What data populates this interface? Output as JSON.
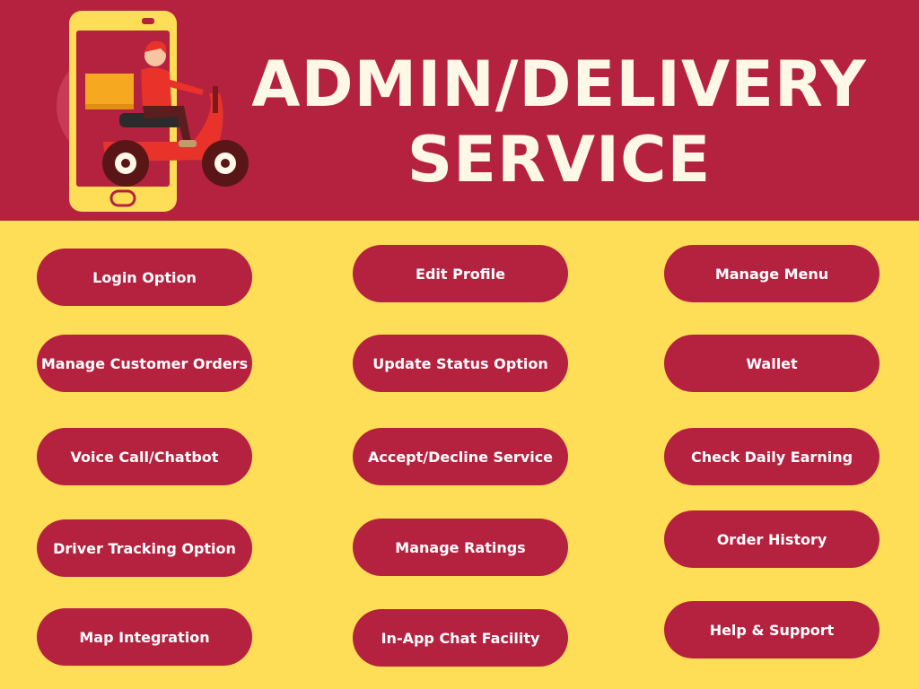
{
  "header": {
    "title_line1": "ADMIN/DELIVERY",
    "title_line2": "SERVICE"
  },
  "colors": {
    "header_bg": "#B52240",
    "page_bg": "#FEDD57",
    "pill_bg": "#B52240",
    "pill_text": "#FFFFFF",
    "title_text": "#FFF7E8"
  },
  "features": {
    "col1": [
      "Login Option",
      "Manage Customer Orders",
      "Voice Call/Chatbot",
      "Driver Tracking Option",
      "Map Integration"
    ],
    "col2": [
      "Edit Profile",
      "Update Status Option",
      "Accept/Decline Service",
      "Manage Ratings",
      "In-App Chat Facility"
    ],
    "col3": [
      "Manage Menu",
      "Wallet",
      "Check Daily Earning",
      "Order History",
      "Help & Support"
    ]
  },
  "illustration": {
    "icon": "delivery-scooter-phone-icon"
  }
}
